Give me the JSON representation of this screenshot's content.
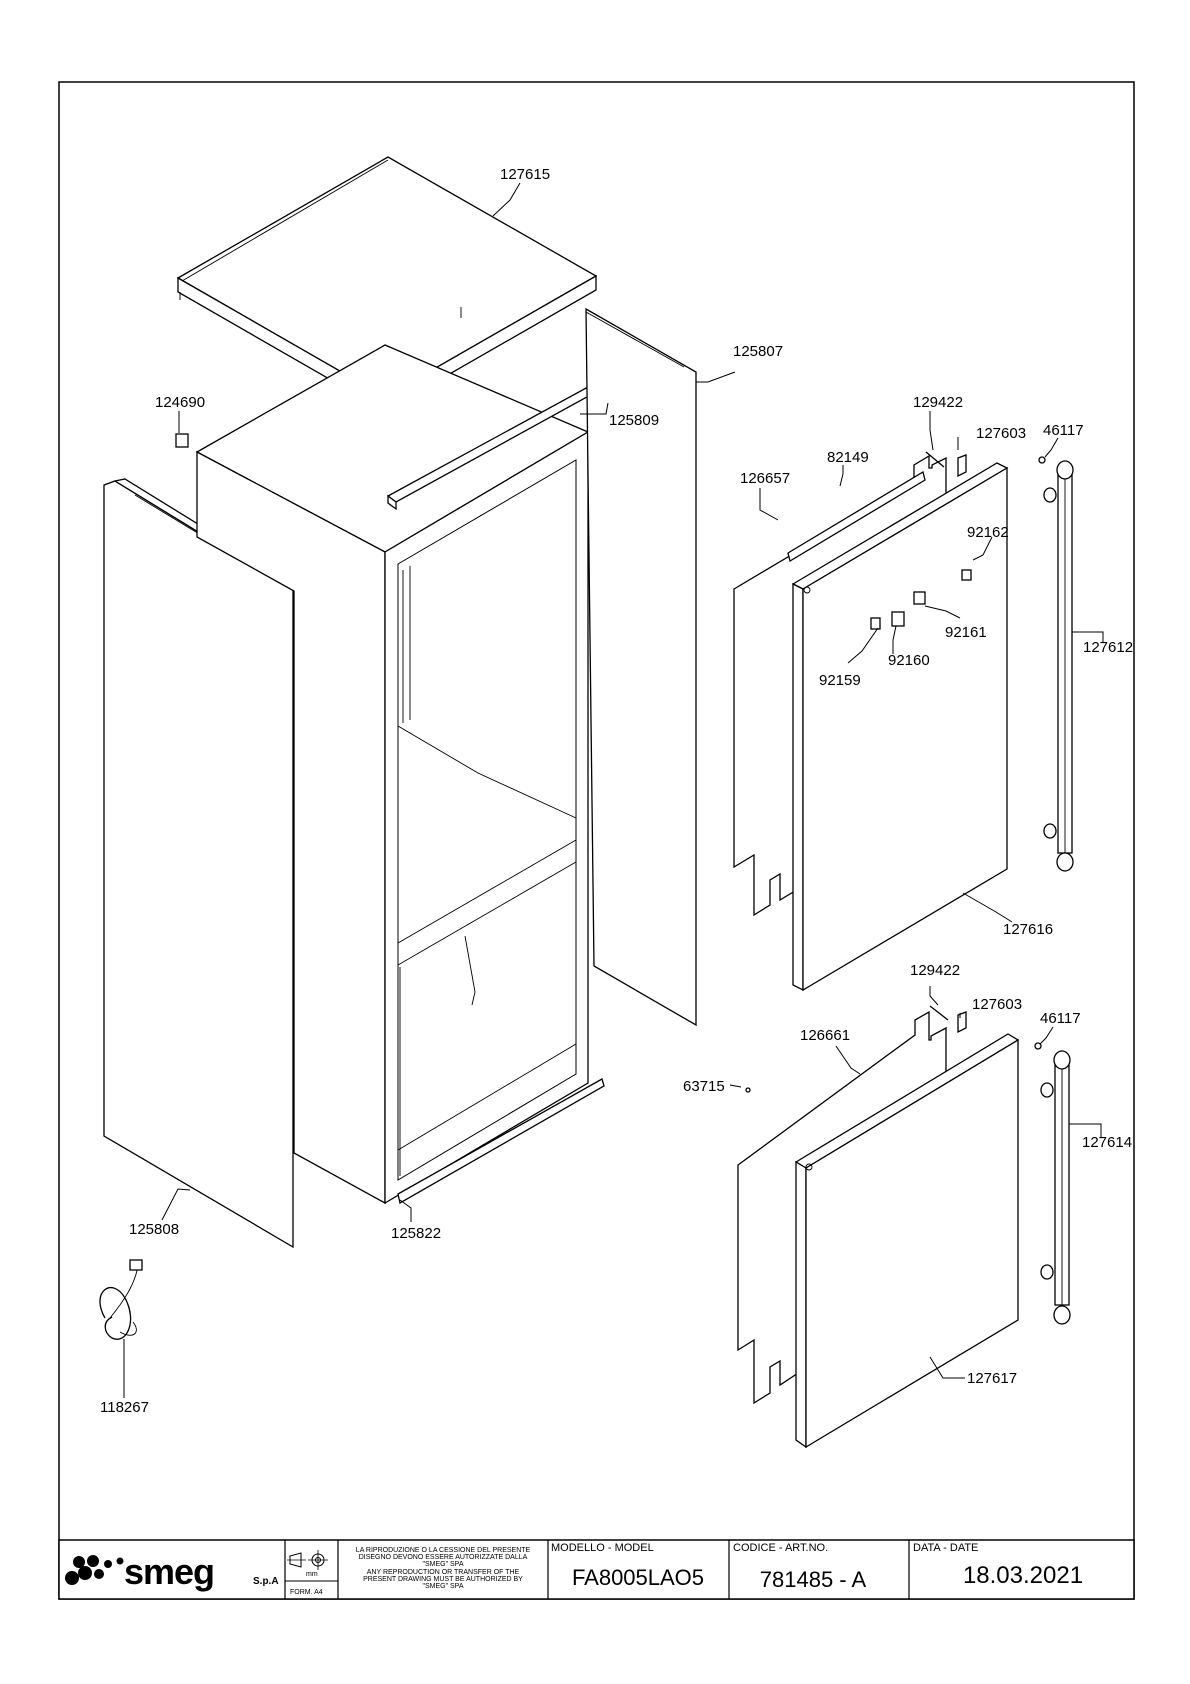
{
  "parts": [
    {
      "id": "lbl-127615",
      "number": "127615"
    },
    {
      "id": "lbl-125807",
      "number": "125807"
    },
    {
      "id": "lbl-124690",
      "number": "124690"
    },
    {
      "id": "lbl-125809",
      "number": "125809"
    },
    {
      "id": "lbl-129422-top",
      "number": "129422"
    },
    {
      "id": "lbl-127603-top",
      "number": "127603"
    },
    {
      "id": "lbl-46117-top",
      "number": "46117"
    },
    {
      "id": "lbl-82149",
      "number": "82149"
    },
    {
      "id": "lbl-126657",
      "number": "126657"
    },
    {
      "id": "lbl-92162",
      "number": "92162"
    },
    {
      "id": "lbl-92161",
      "number": "92161"
    },
    {
      "id": "lbl-92160",
      "number": "92160"
    },
    {
      "id": "lbl-92159",
      "number": "92159"
    },
    {
      "id": "lbl-127612",
      "number": "127612"
    },
    {
      "id": "lbl-127616",
      "number": "127616"
    },
    {
      "id": "lbl-129422-bottom",
      "number": "129422"
    },
    {
      "id": "lbl-127603-bottom",
      "number": "127603"
    },
    {
      "id": "lbl-46117-bottom",
      "number": "46117"
    },
    {
      "id": "lbl-126661",
      "number": "126661"
    },
    {
      "id": "lbl-63715",
      "number": "63715"
    },
    {
      "id": "lbl-127614",
      "number": "127614"
    },
    {
      "id": "lbl-125808",
      "number": "125808"
    },
    {
      "id": "lbl-125822",
      "number": "125822"
    },
    {
      "id": "lbl-118267",
      "number": "118267"
    },
    {
      "id": "lbl-127617",
      "number": "127617"
    }
  ],
  "title_block": {
    "logo_text": "smeg",
    "logo_suffix": "S.p.A",
    "unit_mark": "mm",
    "format_label": "FORM. A4",
    "notice_lines": [
      "LA RIPRODUZIONE O LA CESSIONE DEL PRESENTE",
      "DISEGNO DEVONO ESSERE AUTORIZZATE DALLA",
      "\"SMEG\" SPA",
      "ANY REPRODUCTION OR TRANSFER OF THE",
      "PRESENT DRAWING MUST BE AUTHORIZED BY",
      "\"SMEG\" SPA"
    ],
    "model_label": "MODELLO - MODEL",
    "model_value": "FA8005LAO5",
    "code_label": "CODICE - ART.NO.",
    "code_value": "781485 - A",
    "date_label": "DATA - DATE",
    "date_value": "18.03.2021"
  }
}
